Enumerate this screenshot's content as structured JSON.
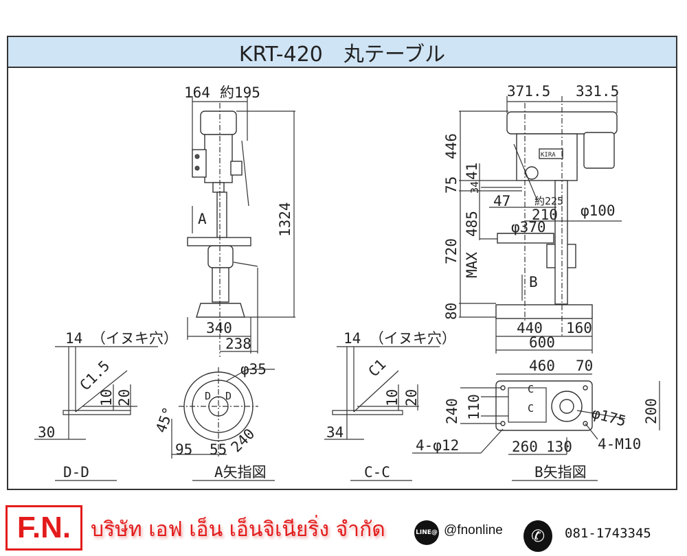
{
  "title": "KRT-420　丸テーブル",
  "front_view": {
    "dims": [
      "164",
      "約195",
      "1324",
      "340",
      "238"
    ],
    "arrow_label": "A"
  },
  "side_view": {
    "dims": [
      "371.5",
      "331.5",
      "446",
      "75",
      "41",
      "34",
      "47",
      "約225",
      "210",
      "φ100",
      "485",
      "φ370",
      "720",
      "MAX",
      "80",
      "440",
      "160",
      "600"
    ],
    "arrow_label": "B",
    "brand_plate": "KIRA"
  },
  "section_dd": {
    "dims": [
      "14 （イヌキ穴）",
      "C1.5",
      "10",
      "20",
      "30"
    ],
    "caption": "D-D"
  },
  "view_a": {
    "dims": [
      "φ35",
      "45°",
      "95",
      "55",
      "240"
    ],
    "marks": [
      "D",
      "D"
    ],
    "caption": "A矢指図"
  },
  "section_cc": {
    "dims": [
      "14 （イヌキ穴）",
      "C1",
      "10",
      "20",
      "34"
    ],
    "caption": "C-C"
  },
  "view_b": {
    "dims": [
      "460",
      "70",
      "240",
      "110",
      "200",
      "φ175",
      "4-φ12",
      "260",
      "130",
      "4-M10"
    ],
    "marks": [
      "C",
      "C"
    ],
    "caption": "B矢指図"
  },
  "footer": {
    "logo": "F.N.",
    "company": "บริษัท เอฟ เอ็น เอ็นจิเนียริ่ง จำกัด",
    "line_badge": "LINE@",
    "line_id": "@fnonline",
    "phone": "081-1743345",
    "brand_color": "#e31b1b"
  }
}
